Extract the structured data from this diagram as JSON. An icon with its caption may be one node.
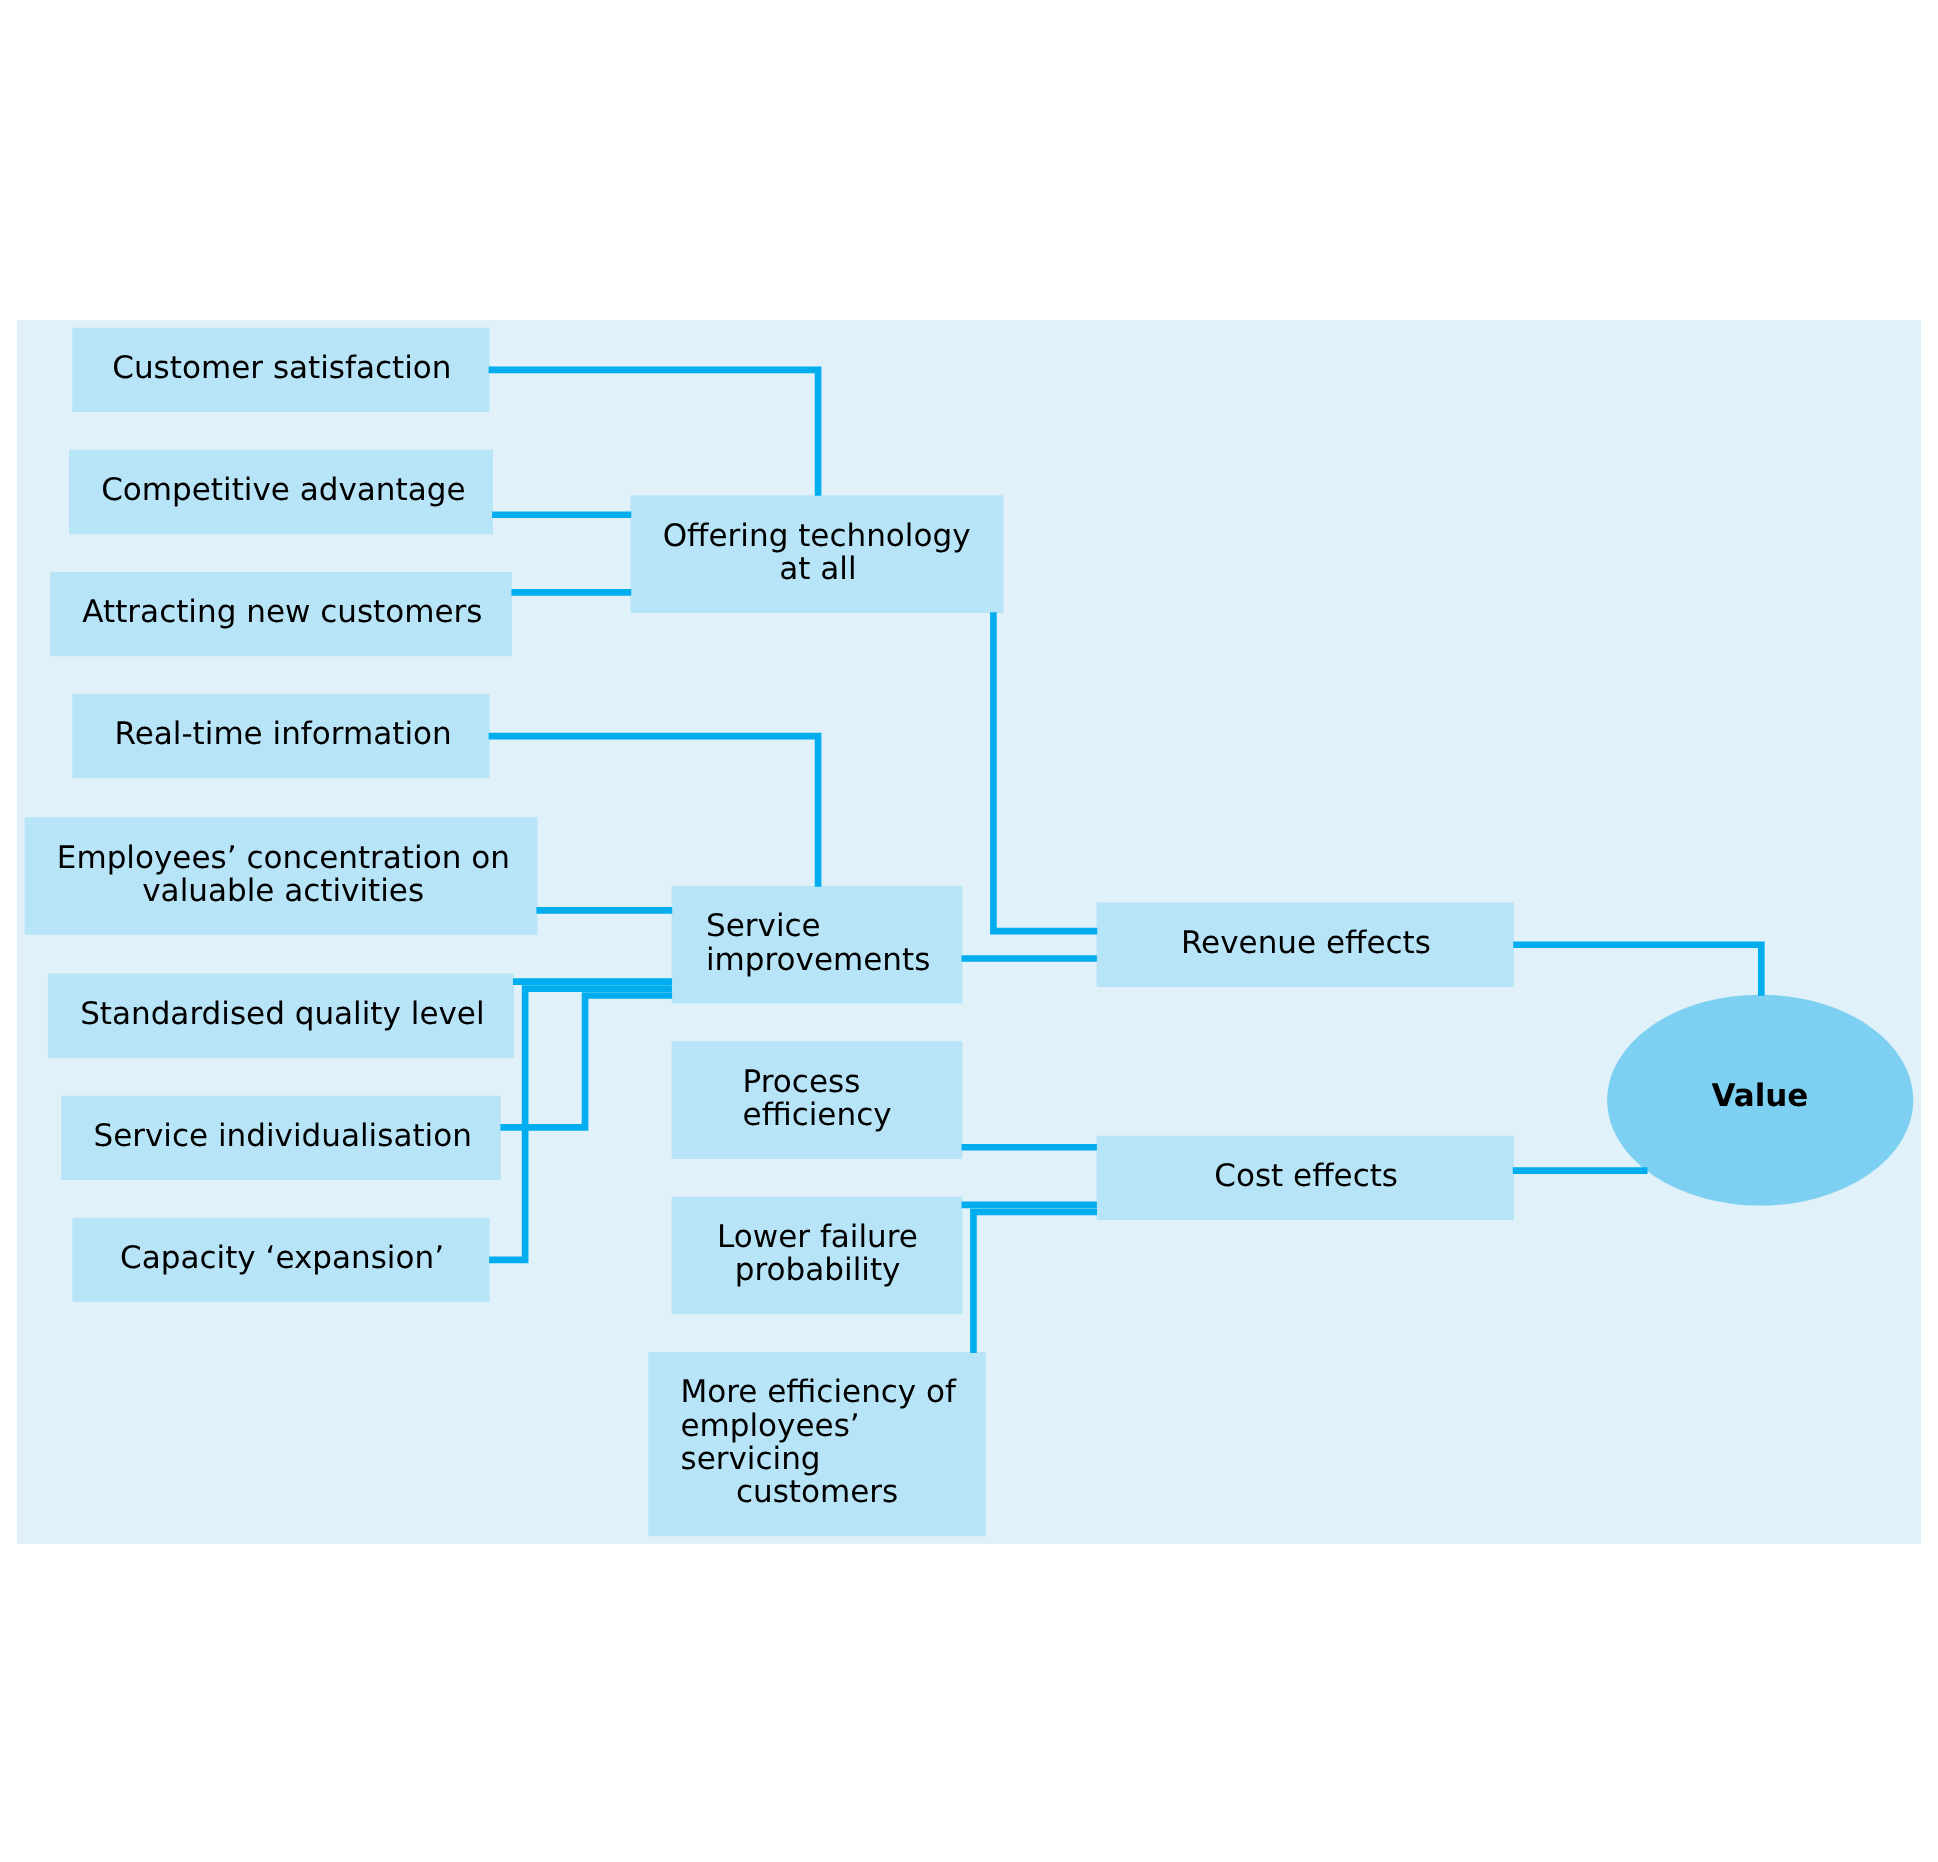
{
  "diagram": {
    "nodes": [
      {
        "text": [
          "Customer satisfaction"
        ]
      },
      {
        "text": [
          "Competitive advantage"
        ]
      },
      {
        "text": [
          "Attracting new customers"
        ]
      },
      {
        "text": [
          "Offering technology at all"
        ]
      },
      {
        "text": [
          "Real-time information"
        ]
      },
      {
        "text": [
          "Employees’ concentration on valuable activities"
        ]
      },
      {
        "text": [
          "Standardised quality level"
        ]
      },
      {
        "text": [
          "Service individualisation"
        ]
      },
      {
        "text": [
          "Capacity ‘expansion’"
        ]
      },
      {
        "text": [
          "Service improvements"
        ]
      },
      {
        "text": [
          "Revenue effects"
        ]
      },
      {
        "text": [
          "Value"
        ]
      },
      {
        "text": [
          "Process efficiency"
        ]
      },
      {
        "text": [
          "Lower failure probability"
        ]
      },
      {
        "text": [
          "More efficiency of employees’ servicing customers"
        ]
      },
      {
        "text": [
          "Cost effects"
        ]
      }
    ],
    "edges": [
      {
        "from": 0,
        "to": 3,
        "arrow": "none"
      },
      {
        "from": 1,
        "to": 3,
        "arrow": "none"
      },
      {
        "from": 2,
        "to": 3,
        "arrow": "none"
      },
      {
        "from": 4,
        "to": 9,
        "arrow": "none"
      },
      {
        "from": 5,
        "to": 9,
        "arrow": "none"
      },
      {
        "from": 6,
        "to": 9,
        "arrow": "none"
      },
      {
        "from": 7,
        "to": 9,
        "arrow": "none"
      },
      {
        "from": 8,
        "to": 9,
        "arrow": "none"
      },
      {
        "from": 3,
        "to": 10,
        "arrow": "none"
      },
      {
        "from": 9,
        "to": 10,
        "arrow": "none"
      },
      {
        "from": 10,
        "to": 11,
        "arrow": "none"
      },
      {
        "from": 15,
        "to": 11,
        "arrow": "none"
      },
      {
        "from": 12,
        "to": 15,
        "arrow": "none"
      },
      {
        "from": 13,
        "to": 15,
        "arrow": "none"
      },
      {
        "from": 14,
        "to": 15,
        "arrow": "none"
      }
    ]
  }
}
